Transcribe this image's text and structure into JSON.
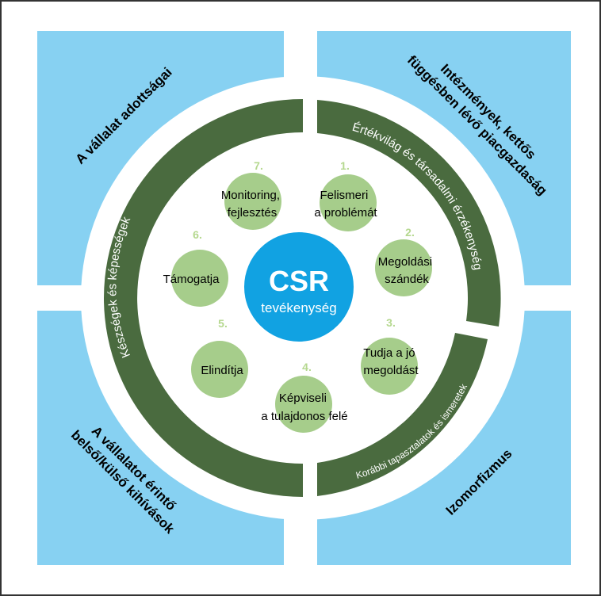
{
  "colors": {
    "quadrant": "#87d1f2",
    "band": "#4a6b3f",
    "step_circle": "#a6cd8b",
    "step_number": "#b5d88f",
    "center": "#11a2e2"
  },
  "quadrants": {
    "top_left": "A vállalat adottságai",
    "top_right": [
      "Intézmények, kettős",
      "függésben lévő piacgazdaság"
    ],
    "bottom_left": [
      "A vállalatot érintő",
      "belső/külső kihívások"
    ],
    "bottom_right": "Izomorfizmus"
  },
  "bands": {
    "left": "Készségek és képességek",
    "right_top": "Értékvilág és társadalmi érzékenység",
    "right_bottom": "Korábbi tapasztalatok és ismeretek"
  },
  "center": {
    "title": "CSR",
    "subtitle": "tevékenység"
  },
  "steps": [
    {
      "number": "1.",
      "lines": [
        "Felismeri",
        "a problémát"
      ]
    },
    {
      "number": "2.",
      "lines": [
        "Megoldási",
        "szándék"
      ]
    },
    {
      "number": "3.",
      "lines": [
        "Tudja a jó",
        "megoldást"
      ]
    },
    {
      "number": "4.",
      "lines": [
        "Képviseli",
        "a tulajdonos felé"
      ]
    },
    {
      "number": "5.",
      "lines": [
        "Elindítja"
      ]
    },
    {
      "number": "6.",
      "lines": [
        "Támogatja"
      ]
    },
    {
      "number": "7.",
      "lines": [
        "Monitoring,",
        "fejlesztés"
      ]
    }
  ]
}
